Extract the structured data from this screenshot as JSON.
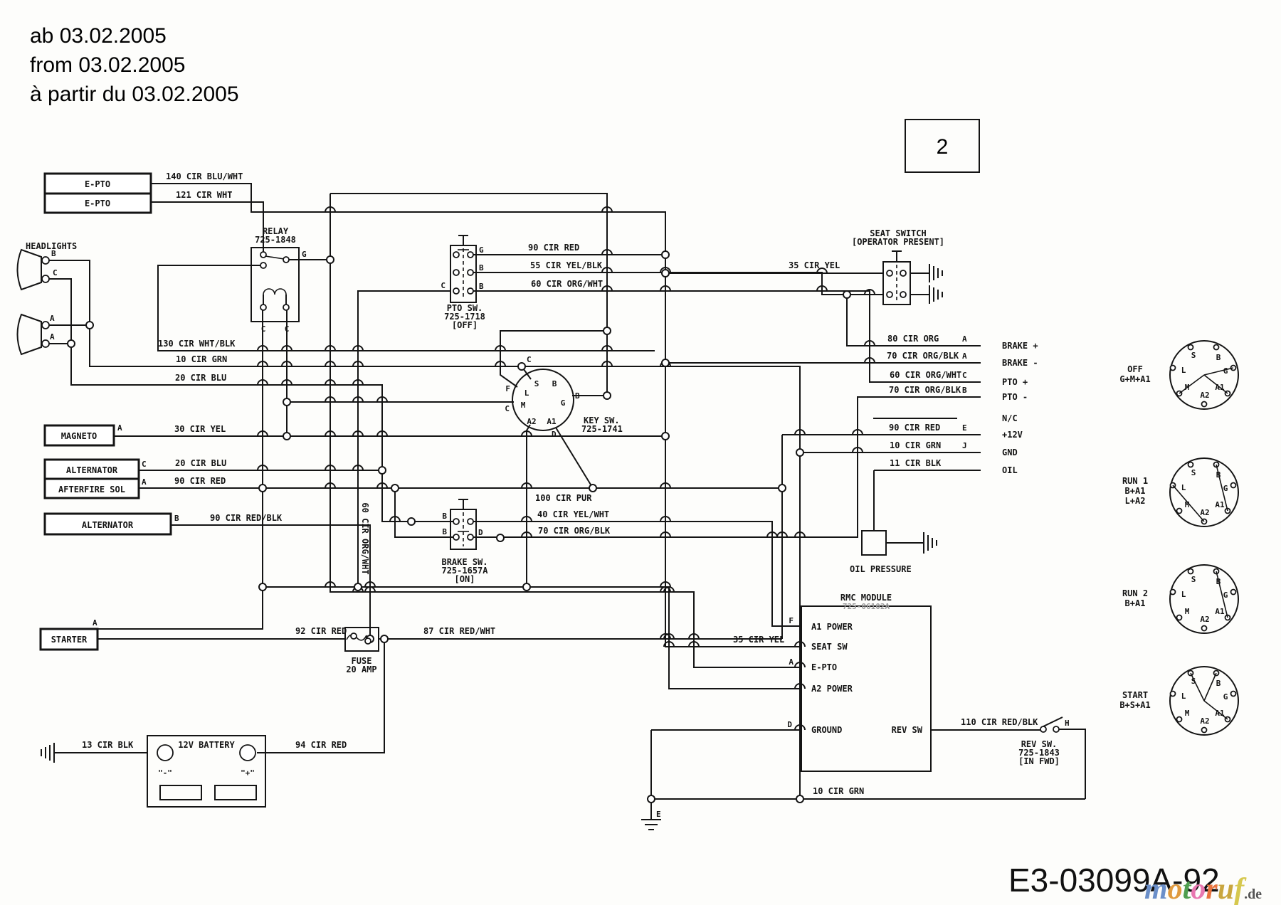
{
  "header": {
    "l1": "ab 03.02.2005",
    "l2": "from 03.02.2005",
    "l3": "à partir du 03.02.2005"
  },
  "page_box": "2",
  "components": {
    "epto1": "E-PTO",
    "epto2": "E-PTO",
    "headlights": "HEADLIGHTS",
    "magneto": "MAGNETO",
    "alternator1": "ALTERNATOR",
    "afterfire": "AFTERFIRE SOL",
    "alternator2": "ALTERNATOR",
    "starter": "STARTER",
    "battery": {
      "title": "12V BATTERY",
      "neg": "\"-\"",
      "pos": "\"+\""
    },
    "relay": {
      "l1": "RELAY",
      "l2": "725-1848",
      "g": "G",
      "c1": "C",
      "c2": "C"
    },
    "pto_sw": {
      "l1": "PTO SW.",
      "l2": "725-1718",
      "l3": "[OFF]",
      "tg": "G",
      "tb1": "B",
      "tb2": "B",
      "tc": "C"
    },
    "key_sw": {
      "l1": "KEY SW.",
      "l2": "725-1741",
      "inner": [
        "S",
        "B",
        "L",
        "M",
        "G",
        "A2",
        "A1"
      ],
      "outer": {
        "c_top": "C",
        "f": "F",
        "c_left": "C",
        "b_right": "B",
        "d": "D"
      }
    },
    "brake_sw": {
      "l1": "BRAKE SW.",
      "l2": "725-1657A",
      "l3": "[ON]",
      "tb1": "B",
      "tb2": "B",
      "td": "D"
    },
    "seat_sw": {
      "l1": "SEAT SWITCH",
      "l2": "[OPERATOR PRESENT]"
    },
    "fuse": {
      "l1": "FUSE",
      "l2": "20 AMP"
    },
    "rmc": {
      "l1": "RMC MODULE",
      "l2": "725-06102A",
      "pins": {
        "a1": "A1 POWER",
        "seat": "SEAT SW",
        "epto": "E-PTO",
        "a2": "A2 POWER",
        "gnd": "GROUND",
        "rev": "REV SW"
      },
      "pin_letters": {
        "f": "F",
        "a": "A",
        "d": "D"
      }
    },
    "rev_sw": {
      "l1": "REV SW.",
      "l2": "725-1843",
      "l3": "[IN FWD]",
      "h": "H"
    },
    "oil": {
      "label": "OIL PRESSURE"
    }
  },
  "terminal_letters": {
    "hl_b": "B",
    "hl_c": "C",
    "hl_a1": "A",
    "hl_a2": "A",
    "magneto_a": "A",
    "alt1_c": "C",
    "after_a": "A",
    "alt2_b": "B",
    "starter_a": "A",
    "gnd_e": "E"
  },
  "wires": {
    "w140": "140 CIR BLU/WHT",
    "w121": "121 CIR WHT",
    "w130": "130 CIR WHT/BLK",
    "w10a": "10 CIR GRN",
    "w20a": "20 CIR BLU",
    "w30": "30 CIR YEL",
    "w20b": "20 CIR BLU",
    "w90a": "90 CIR RED",
    "w90b": "90 CIR RED/BLK",
    "w90g": "90 CIR RED",
    "w55": "55 CIR YEL/BLK",
    "w60a": "60 CIR ORG/WHT",
    "w60v": "60 CIR ORG/WHT",
    "w35a": "35 CIR YEL",
    "w35b": "35 CIR YEL",
    "w100": "100 CIR PUR",
    "w40": "40 CIR YEL/WHT",
    "w70a": "70 CIR ORG/BLK",
    "w92": "92 CIR RED",
    "w87": "87 CIR RED/WHT",
    "w94": "94 CIR RED",
    "w13": "13 CIR BLK",
    "w110": "110 CIR RED/BLK",
    "w10b": "10 CIR GRN"
  },
  "right_rows": [
    {
      "wire": "80 CIR ORG",
      "pin": "A",
      "name": "BRAKE +"
    },
    {
      "wire": "70 CIR ORG/BLK",
      "pin": "A",
      "name": "BRAKE -"
    },
    {
      "wire": "60 CIR ORG/WHT",
      "pin": "C",
      "name": "PTO +"
    },
    {
      "wire": "70 CIR ORG/BLK",
      "pin": "B",
      "name": "PTO -"
    },
    {
      "wire": "",
      "pin": "",
      "name": "N/C"
    },
    {
      "wire": "90 CIR RED",
      "pin": "E",
      "name": "+12V"
    },
    {
      "wire": "10 CIR GRN",
      "pin": "J",
      "name": "GND"
    },
    {
      "wire": "11 CIR BLK",
      "pin": "",
      "name": "OIL"
    }
  ],
  "switch_positions": {
    "terminals": [
      "S",
      "B",
      "L",
      "G",
      "M",
      "A1",
      "A2"
    ],
    "circles": [
      {
        "title": "OFF",
        "s1": "G+M+A1",
        "s2": ""
      },
      {
        "title": "RUN 1",
        "s1": "B+A1",
        "s2": "L+A2"
      },
      {
        "title": "RUN 2",
        "s1": "B+A1",
        "s2": ""
      },
      {
        "title": "START",
        "s1": "B+S+A1",
        "s2": ""
      }
    ]
  },
  "footer": {
    "code": "E3-03099A-92",
    "watermark": [
      "m",
      "o",
      "t",
      "o",
      "r",
      "u",
      "f"
    ],
    "watermark_colors": [
      "#6b8fc9",
      "#e09a3e",
      "#4f9e4f",
      "#e878b0",
      "#e8733e",
      "#c9a63e",
      "#d6c84e"
    ],
    "watermark_suffix": ".de"
  }
}
